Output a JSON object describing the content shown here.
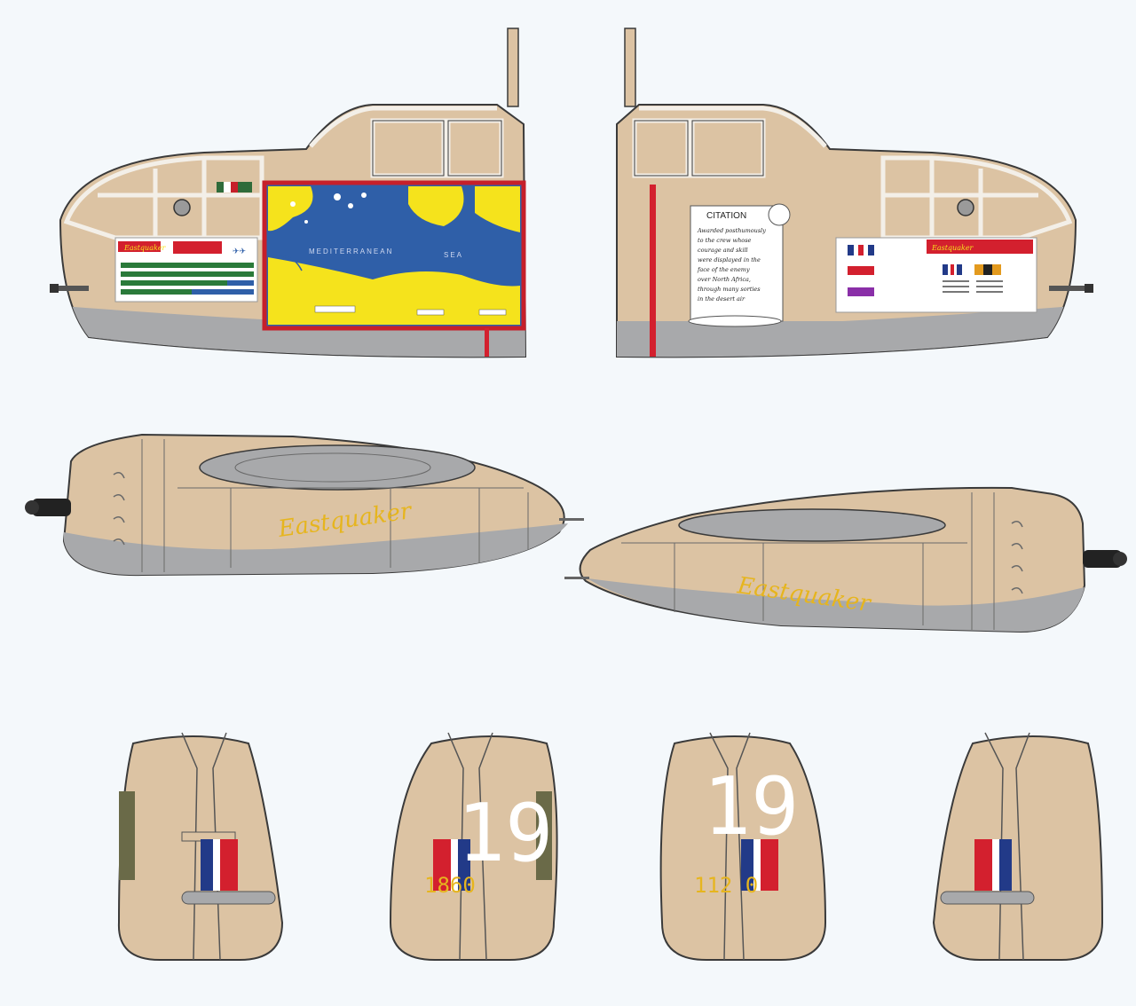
{
  "colors": {
    "background": "#f4f8fb",
    "desert_tan": "#dcc3a3",
    "underside_grey": "#a8a9ab",
    "outline": "#3a3a3a",
    "glazing_frame": "#e9e4dc",
    "map_sea": "#2f5fa8",
    "map_land": "#f5e31c",
    "map_border": "#c61f2a",
    "stripe_red": "#d3202e",
    "stripe_blue": "#223a88",
    "nose_art_yellow": "#e6b51e",
    "olive_panel": "#6a6a48",
    "white_numerals": "#ffffff"
  },
  "nose_art": {
    "name": "Eastquaker"
  },
  "citation": {
    "heading": "CITATION",
    "lines": [
      "Awarded posthumously",
      "to the crew whose",
      "courage and skill",
      "were displayed in the",
      "face of the enemy",
      "over North Africa,",
      "through many sorties",
      "in the desert air"
    ]
  },
  "map": {
    "sea_label": "MEDITERRANEAN",
    "sea_label_2": "SEA"
  },
  "tail_markings": {
    "codes": [
      "19",
      "19"
    ],
    "serials": [
      "1860",
      "112 0"
    ]
  },
  "icons": [
    "nose-gun-icon",
    "tail-gun-icon",
    "fin-flash-icon",
    "roundel-icon",
    "mission-tally-icon",
    "ribbon-bar-icon"
  ]
}
